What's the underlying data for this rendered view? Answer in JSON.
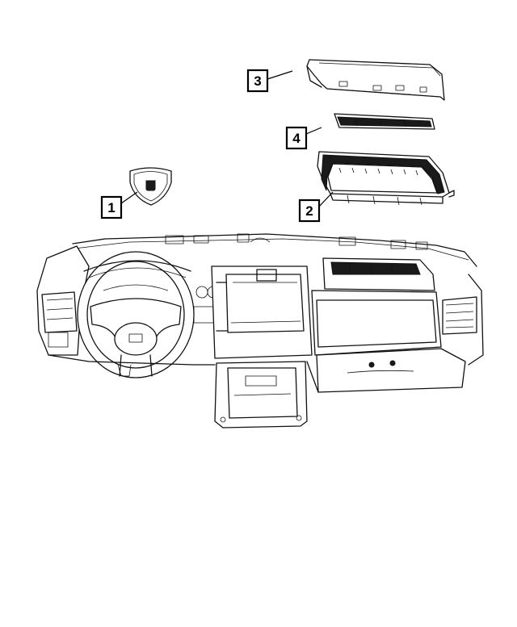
{
  "callouts": [
    {
      "id": "1",
      "label": "1"
    },
    {
      "id": "2",
      "label": "2"
    },
    {
      "id": "3",
      "label": "3"
    },
    {
      "id": "4",
      "label": "4"
    }
  ],
  "parts": [
    {
      "callout": "1",
      "icon": "driver-airbag-icon"
    },
    {
      "callout": "2",
      "icon": "bin-housing-icon"
    },
    {
      "callout": "3",
      "icon": "bin-door-icon"
    },
    {
      "callout": "4",
      "icon": "bin-mat-icon"
    },
    {
      "callout": "",
      "icon": "instrument-panel-icon"
    }
  ]
}
